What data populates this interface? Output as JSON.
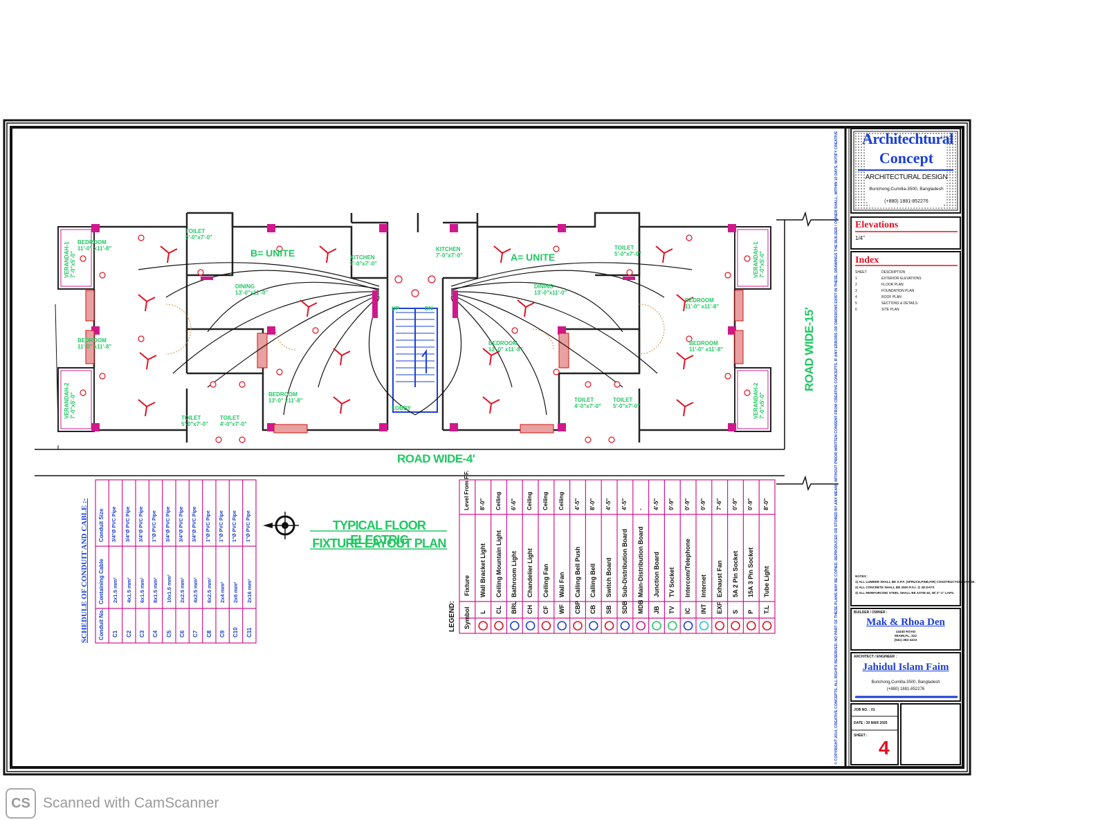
{
  "title_block": {
    "company_line1": "Architechtural",
    "company_line2": "Concept",
    "company_subtitle": "ARCHITECTURAL DESIGN",
    "company_address": "Burichong,Cumilla-3500, Bangladesh",
    "company_phone": "(+880) 1881-852276",
    "section_elevations": "Elevations",
    "elevations_scale": "1/4\"",
    "section_index": "Index",
    "index_headers": [
      "SHEET",
      "DESCRIPTION"
    ],
    "index_rows": [
      [
        "1",
        "EXTERIOR ELEVATIONS"
      ],
      [
        "2",
        "FLOOR PLAN"
      ],
      [
        "3",
        "FOUNDATION PLAN"
      ],
      [
        "4",
        "ROOF PLAN"
      ],
      [
        "5",
        "SECTIONS & DETAILS"
      ],
      [
        "6",
        "SITE PLAN"
      ]
    ],
    "notes_title": "NOTES :",
    "notes": [
      "1) ALL LUMBER SHALL BE S.P.F. (SPRUCE,PINE,FIR) CONSTRUCTION GRADE.",
      "2) ALL CONCRETE SHALL BE 2500 P.S.I. @ 28 DAYS",
      "3) ALL REINFORCING STEEL SHALL BE ASTM 40, W/ 2\"-1\" LAPS."
    ],
    "owner_label": "BUILDER / OWNER :",
    "owner_name": "Mak & Rhoa Den",
    "owner_addr1": "14440 ROAD",
    "owner_addr2": "MIAMI,FL, 322",
    "owner_addr3": "(541) 382-4222",
    "architect_label": "ARCHITECT / ENGINEER :",
    "architect_name": "Jahidul Islam Faim",
    "architect_address": "Burichong,Cumilla-3500, Bangladesh",
    "architect_phone": "(+880) 1881-852276",
    "job_no": "JOB NO. : 01",
    "date": "DATE : 30 MAR 2025",
    "sheet_label": "SHEET :",
    "sheet_number": "4"
  },
  "plan": {
    "road_wide_15": "ROAD WIDE-15'",
    "road_wide_4": "ROAD WIDE-4'",
    "unit_b": "B= UNITE",
    "unit_a": "A= UNITE",
    "rooms": {
      "bedroom_tl": "BEDROOM\n11'-0\" x11'-8\"",
      "verandah_1_left": "VERANDAH-1\n7'-0\"x5'-0\"",
      "toilet_top_left": "TOILET\n5'-0\"x7'-0\"",
      "kitchen_left": "KITCHEN\n7'-0\"x7'-0\"",
      "kitchen_right": "KITCHEN\n7'-0\"x7'-0\"",
      "dining_left": "DINING\n13'-0\"x11'-0\"",
      "dining_right": "DINING\n13'-0\"x11'-0\"",
      "toilet_top_right": "TOILET\n5'-0\"x7'-0\"",
      "verandah_1_right": "VERANDAH-1\n7'-0\"x5'-0\"",
      "bedroom_r_upper": "BEDROOM\n11'-0\" x11'-8\"",
      "bedroom_r_lower": "BEDROOM\n11'-0\" x11'-8\"",
      "bedroom_ml": "BEDROOM\n11'-0\" x11'-8\"",
      "bedroom_mr": "BEDROOM\n12'-0\" x11'-8\"",
      "bedroom_bl": "BEDROOM\n13'-0\" x11'-8\"",
      "verandah_2_left": "VERANDAH-2\n7'-0\"x5'-0\"",
      "verandah_2_right": "VERANDAH-2\n7'-0\"x5'-0\"",
      "toilet_b1": "TOILET\n5'-0\"x7'-0\"",
      "toilet_b2": "TOILET\n4'-0\"x7'-0\"",
      "toilet_b3": "TOILET\n4'-0\"x7'-0\"",
      "toilet_b4": "TOILET\n5'-0\"x7'-0\"",
      "stair_label": "UP",
      "stair_label2": "DN",
      "lobby": "LOBBY"
    }
  },
  "plan_title": {
    "line1": "TYPICAL FLOOR ELECTRIC",
    "line2": "FIXTURE LAYOUT PLAN"
  },
  "schedule": {
    "title": "SCHEDULE OF CONDUIT AND CABLE :-",
    "headers": [
      "Conduit No.",
      "Containing Cable",
      "Conduit Size"
    ],
    "rows": [
      [
        "C1",
        "2x1.5 mm²",
        "3/4\"Ø PVC Pipe"
      ],
      [
        "C2",
        "4x1.5 mm²",
        "3/4\"Ø PVC Pipe"
      ],
      [
        "C3",
        "6x1.5 mm²",
        "3/4\"Ø PVC Pipe"
      ],
      [
        "C4",
        "8x1.5 mm²",
        "1\"Ø PVC Pipe"
      ],
      [
        "C5",
        "10x1.5 mm²",
        "3/4\"Ø PVC Pipe"
      ],
      [
        "C6",
        "2x2.5 mm²",
        "3/4\"Ø PVC Pipe"
      ],
      [
        "C7",
        "4x2.5 mm²",
        "3/4\"Ø PVC Pipe"
      ],
      [
        "C8",
        "6x2.5 mm²",
        "1\"Ø PVC Pipe"
      ],
      [
        "C9",
        "2x4 mm²",
        "1\"Ø PVC Pipe"
      ],
      [
        "C10",
        "2x6 mm²",
        "1\"Ø PVC Pipe"
      ],
      [
        "C11",
        "2x16 mm²",
        "1\"Ø PVC Pipe"
      ]
    ]
  },
  "legend": {
    "title": "LEGEND:",
    "headers": [
      "Symbol",
      "Fixture",
      "Level From F.F."
    ],
    "rows": [
      [
        "L",
        "Wall Bracket Light",
        "8'-0\""
      ],
      [
        "CL",
        "Ceiling Mountain Light",
        "Ceiling"
      ],
      [
        "BRL",
        "Bathroom Light",
        "6'-6\""
      ],
      [
        "CH",
        "Chandelier Light",
        "Ceiling"
      ],
      [
        "CF",
        "Ceiling Fan",
        "Ceiling"
      ],
      [
        "WF",
        "Wall Fan",
        "Ceiling"
      ],
      [
        "CBP",
        "Calling Bell Push",
        "4'-5\""
      ],
      [
        "CB",
        "Calling Bell",
        "8'-0\""
      ],
      [
        "SB",
        "Switch Board",
        "4'-5\""
      ],
      [
        "SDB",
        "Sub-Distribution Board",
        "4'-5\""
      ],
      [
        "MDB",
        "Main-Distribution Board",
        "-"
      ],
      [
        "JB",
        "Junction Board",
        "4'-5\""
      ],
      [
        "TV",
        "TV Socket",
        "0'-9\""
      ],
      [
        "IC",
        "Intercom/Telephone",
        "0'-9\""
      ],
      [
        "INT",
        "Internet",
        "0'-9\""
      ],
      [
        "EXF",
        "Exhaust Fan",
        "7'-6\""
      ],
      [
        "S",
        "5A 2 Pin Socket",
        "0'-9\""
      ],
      [
        "P",
        "15A 3 Pin Socket",
        "0'-9\""
      ],
      [
        "T.L",
        "Tube Light",
        "8'-0\""
      ]
    ]
  },
  "side_strip": "© COPYRIGHT 2014, CREATIVE CONCEPTS, ALL RIGHTS RESERVED. NO PART OF THESE PLANS MAY BE COPIED, REPRODUCED OR STORED BY ANY MEANS WITHOUT PRIOR WRITTEN CONSENT FROM CREATIVE CONCEPTS. IF ANY ERRORS OR OMISSIONS EXIST IN THESE, DRAWINGS THE BUILDER / OWNER SHALL, WITHIN 10 DAYS, NOTIFY CREATIVE CONCEPTS, IN WRITING, OR BE HELD RESPONSIBLE FOR THE ERROR OR OMISSION.",
  "footer": {
    "logo": "CS",
    "text": "Scanned with CamScanner"
  },
  "colors": {
    "magenta": "#d0188c",
    "green": "#20c862",
    "blue": "#1a3fd6",
    "red": "#e01020",
    "wall": "#222222"
  }
}
